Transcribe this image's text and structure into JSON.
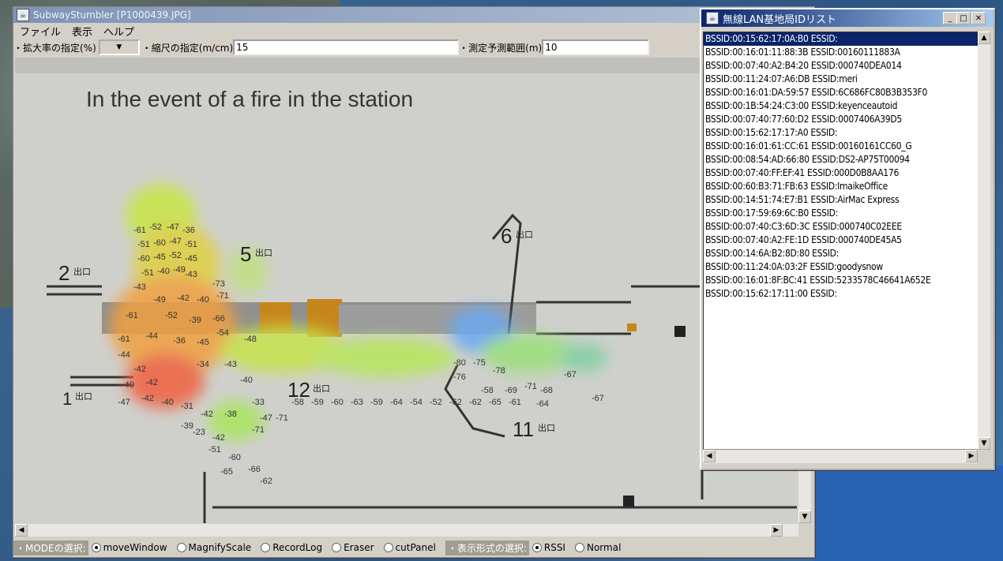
{
  "main_window": {
    "title": "SubwayStumbler [P1000439.JPG]",
    "menu": [
      "ファイル",
      "表示",
      "ヘルプ"
    ],
    "toolbar": {
      "zoom_label": "・拡大率の指定(%)",
      "scale_label": "・縮尺の指定(m/cm)",
      "scale_value": "15",
      "range_label": "・測定予測範囲(m)",
      "range_value": "10"
    },
    "map": {
      "heading": "In the event of a fire in the station",
      "exits": [
        {
          "num": "2",
          "txt": "出口"
        },
        {
          "num": "5",
          "txt": "出口"
        },
        {
          "num": "6",
          "txt": "出口"
        },
        {
          "num": "1",
          "txt": "出口"
        },
        {
          "num": "12",
          "txt": "出口"
        },
        {
          "num": "11",
          "txt": "出口"
        }
      ],
      "rssi_readings": [
        "-61",
        "-52",
        "-47",
        "-36",
        "-51",
        "-60",
        "-47",
        "-51",
        "-60",
        "-45",
        "-52",
        "-45",
        "-51",
        "-40",
        "-49",
        "-43",
        "-43",
        "-73",
        "-71",
        "-49",
        "-42",
        "-40",
        "-61",
        "-52",
        "-39",
        "-66",
        "-54",
        "-61",
        "-44",
        "-36",
        "-45",
        "-48",
        "-44",
        "-42",
        "-40",
        "-42",
        "-34",
        "-43",
        "-40",
        "-47",
        "-42",
        "-40",
        "-31",
        "-42",
        "-38",
        "-33",
        "-47",
        "-71",
        "-71",
        "-58",
        "-59",
        "-60",
        "-63",
        "-59",
        "-64",
        "-54",
        "-52",
        "-62",
        "-62",
        "-65",
        "-61",
        "-80",
        "-75",
        "-78",
        "-76",
        "-67",
        "-58",
        "-69",
        "-71",
        "-68",
        "-64",
        "-67",
        "-51",
        "-60",
        "-66",
        "-62",
        "-39",
        "-23",
        "-42",
        "-65"
      ]
    },
    "mode_label": "・MODEの選択:",
    "modes": [
      "moveWindow",
      "MagnifyScale",
      "RecordLog",
      "Eraser",
      "cutPanel"
    ],
    "mode_selected": "moveWindow",
    "display_label": "・表示形式の選択:",
    "display_modes": [
      "RSSI",
      "Normal"
    ],
    "display_selected": "RSSI"
  },
  "list_window": {
    "title": "無線LAN基地局IDリスト",
    "items": [
      "BSSID:00:15:62:17:0A:B0 ESSID:",
      "BSSID:00:16:01:11:88:3B ESSID:00160111883A",
      "BSSID:00:07:40:A2:B4:20 ESSID:000740DEA014",
      "BSSID:00:11:24:07:A6:DB ESSID:meri",
      "BSSID:00:16:01:DA:59:57 ESSID:6C686FC80B3B353F0",
      "BSSID:00:1B:54:24:C3:00 ESSID:keyenceautoid",
      "BSSID:00:07:40:77:60:D2 ESSID:0007406A39D5",
      "BSSID:00:15:62:17:17:A0 ESSID:",
      "BSSID:00:16:01:61:CC:61 ESSID:00160161CC60_G",
      "BSSID:00:08:54:AD:66:80 ESSID:DS2-AP75T00094",
      "BSSID:00:07:40:FF:EF:41 ESSID:000D0B8AA176",
      "BSSID:00:60:B3:71:FB:63 ESSID:ImaikeOffice",
      "BSSID:00:14:51:74:E7:B1 ESSID:AirMac Express",
      "BSSID:00:17:59:69:6C:B0 ESSID:",
      "BSSID:00:07:40:C3:6D:3C ESSID:000740C02EEE",
      "BSSID:00:07:40:A2:FE:1D ESSID:000740DE45A5",
      "BSSID:00:14:6A:B2:8D:80 ESSID:",
      "BSSID:00:11:24:0A:03:2F ESSID:goodysnow",
      "BSSID:00:16:01:8F:BC:41 ESSID:5233578C46641A652E",
      "BSSID:00:15:62:17:11:00 ESSID:"
    ]
  }
}
